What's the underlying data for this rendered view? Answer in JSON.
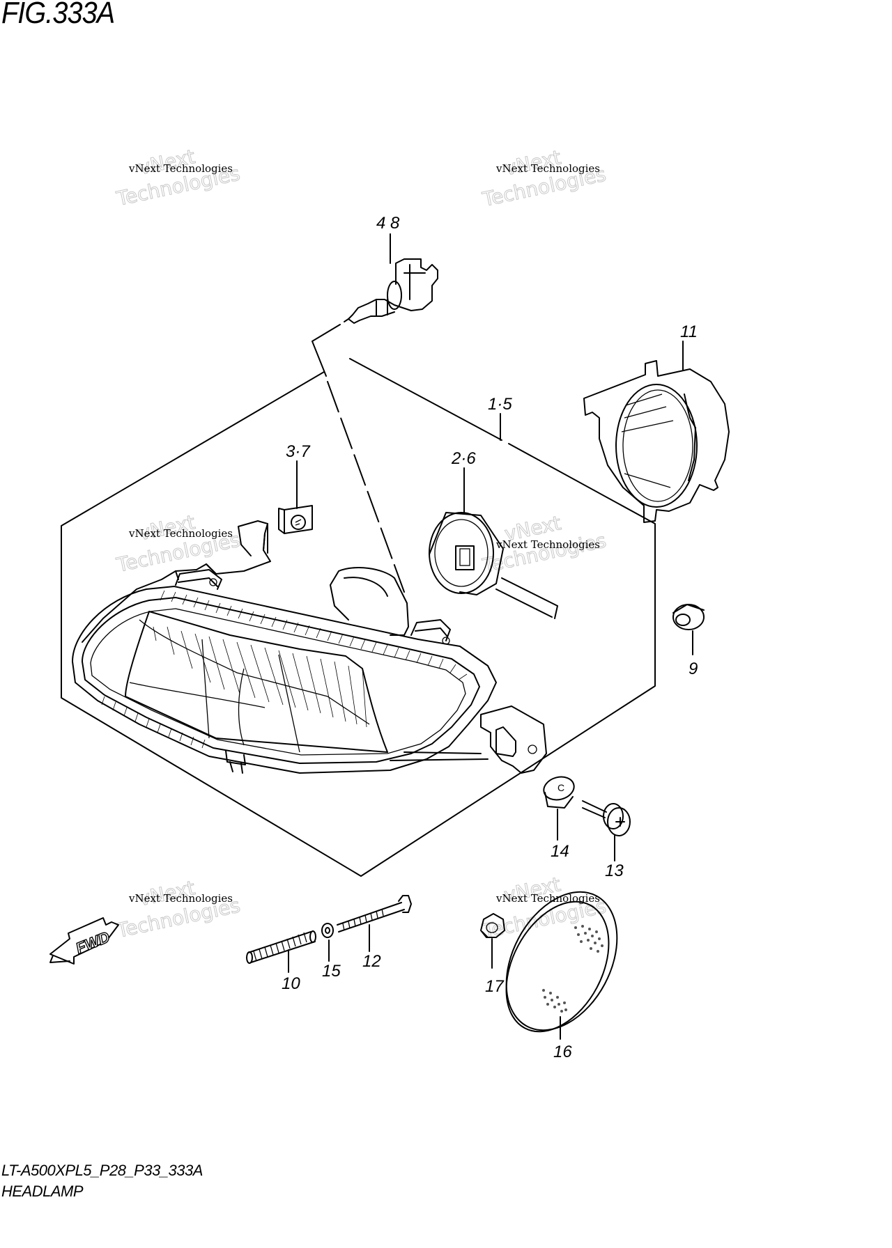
{
  "figure": {
    "title": "FIG.333A",
    "model_code": "LT-A500XPL5_P28_P33_333A",
    "caption": "HEADLAMP"
  },
  "watermark": {
    "line1": "vNext Technologies",
    "line2": "vNext",
    "line3": "Technologies"
  },
  "callouts": {
    "c48": "4 8",
    "c11": "11",
    "c15": "1·5",
    "c26": "2·6",
    "c37": "3·7",
    "c9": "9",
    "c14": "14",
    "c13": "13",
    "c12": "12",
    "c10": "10",
    "c15b": "15",
    "c17": "17",
    "c16": "16"
  },
  "direction_arrow": "FWD"
}
